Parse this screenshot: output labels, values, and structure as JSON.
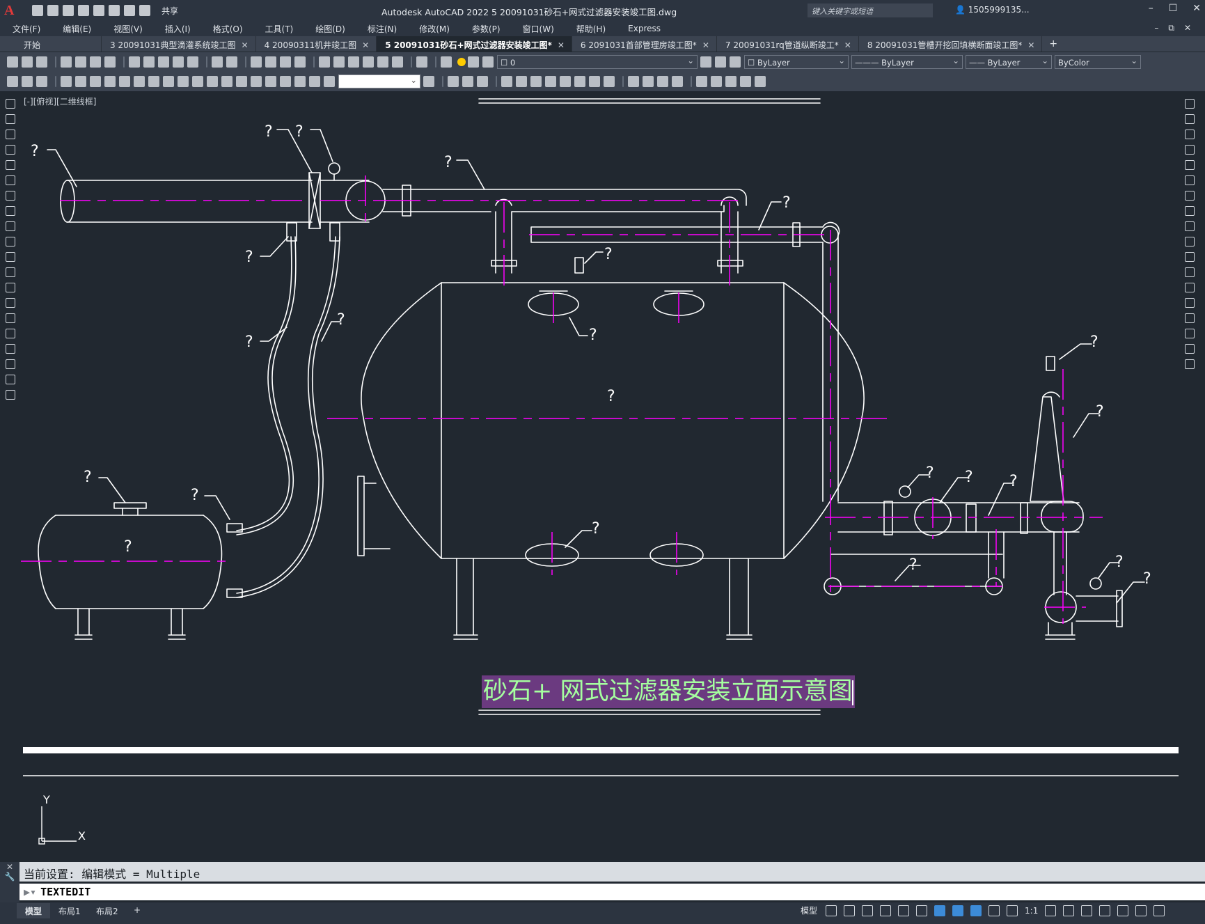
{
  "app": {
    "window_title": "Autodesk AutoCAD 2022    5  20091031砂石+网式过滤器安装竣工图.dwg",
    "search_placeholder": "键入关键字或短语",
    "user": "1505999135...",
    "share": "共享"
  },
  "menu": [
    "文件(F)",
    "编辑(E)",
    "视图(V)",
    "插入(I)",
    "格式(O)",
    "工具(T)",
    "绘图(D)",
    "标注(N)",
    "修改(M)",
    "参数(P)",
    "窗口(W)",
    "帮助(H)",
    "Express"
  ],
  "file_tabs": [
    {
      "label": "开始",
      "active": false
    },
    {
      "label": "3  20091031典型滴灌系统竣工图",
      "active": false
    },
    {
      "label": "4  20090311机井竣工图",
      "active": false
    },
    {
      "label": "5  20091031砂石+网式过滤器安装竣工图*",
      "active": true
    },
    {
      "label": "6  2091031首部管理房竣工图*",
      "active": false
    },
    {
      "label": "7  20091031rq管道纵断竣工*",
      "active": false
    },
    {
      "label": "8  20091031管槽开挖回填横断面竣工图*",
      "active": false
    }
  ],
  "properties": {
    "layer": "0",
    "color": "ByLayer",
    "linetype": "ByLayer",
    "lineweight": "ByLayer",
    "plotstyle": "ByColor"
  },
  "viewport_label": "[-][俯视][二维线框]",
  "drawing": {
    "title_text": "砂石+ 网式过滤器安装立面示意图",
    "callout_mark": "?",
    "colors": {
      "line": "#ffffff",
      "center": "#ff00ff",
      "background": "#212830"
    }
  },
  "ucs": {
    "x": "X",
    "y": "Y"
  },
  "command": {
    "history": "当前设置: 编辑模式 = Multiple",
    "current": "TEXTEDIT"
  },
  "layout_tabs": [
    "模型",
    "布局1",
    "布局2"
  ],
  "status": {
    "model": "模型",
    "scale": "1:1"
  }
}
